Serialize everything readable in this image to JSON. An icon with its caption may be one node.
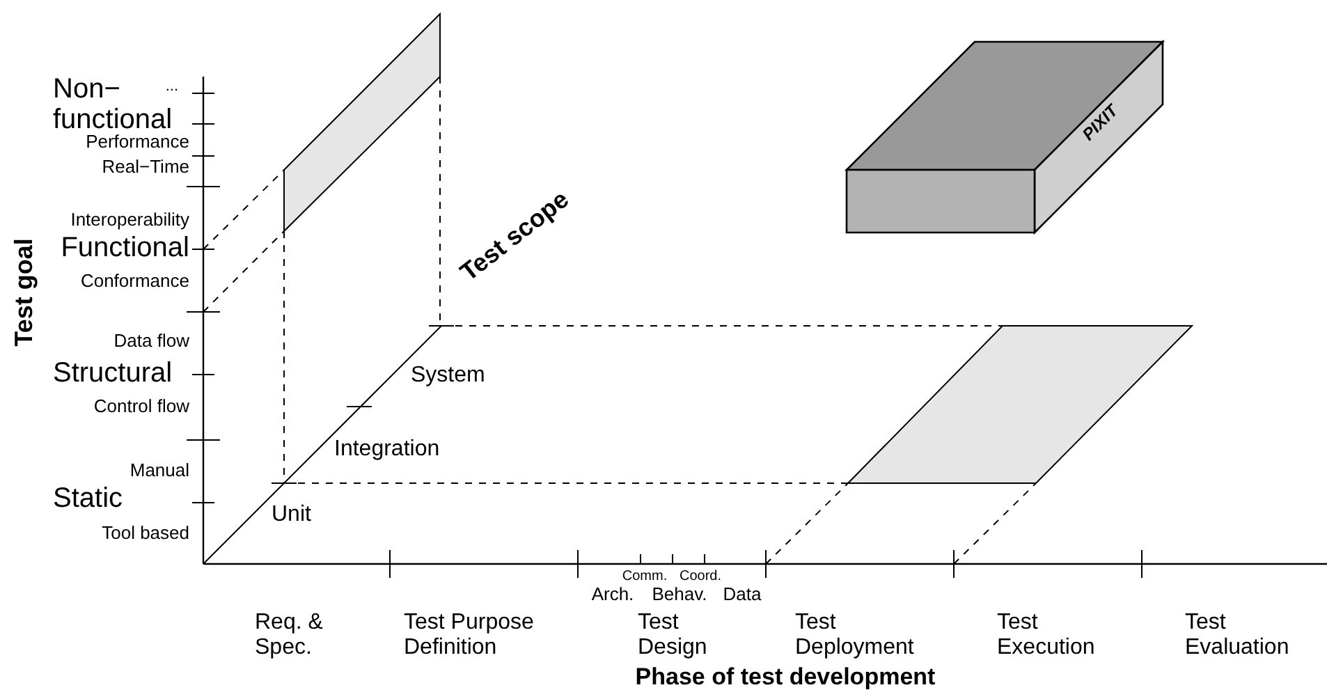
{
  "diagram": {
    "nodes": [
      {
        "text": [
          "PIXIT"
        ]
      }
    ],
    "labels": [
      "Non− functional",
      "...",
      "Performance",
      "Real−Time",
      "Interoperability",
      "Functional",
      "Test scope",
      "Conformance",
      "Test goal",
      "Data flow",
      "Structural",
      "System",
      "Control flow",
      "Integration",
      "Manual",
      "Static",
      "Unit",
      "Tool based",
      "Comm.",
      "Coord.",
      "Arch.",
      "Behav.",
      "Data",
      "Req. & Spec.",
      "Test Purpose Definition",
      "Test Design",
      "Test Deployment",
      "Test Execution",
      "Test Evaluation",
      "Phase of test development"
    ]
  }
}
